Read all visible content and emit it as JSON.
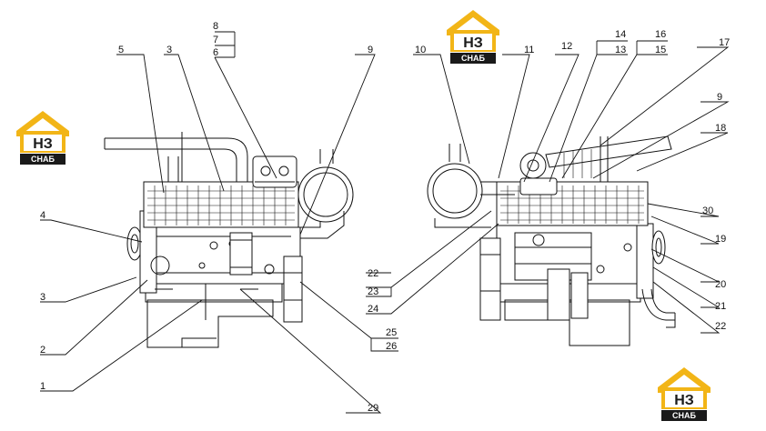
{
  "brand": {
    "logo_letters": "НЗ",
    "logo_word": "СНАБ",
    "colors": {
      "house": "#f2b517",
      "dark": "#1a1a1a",
      "letters": "#1a1a1a",
      "word_bg": "#1a1a1a",
      "word_fg": "#ffffff"
    }
  },
  "callouts": {
    "left": [
      "8",
      "7",
      "6",
      "5",
      "3",
      "9",
      "4",
      "3",
      "2",
      "1",
      "25",
      "26",
      "29"
    ],
    "right": [
      "10",
      "11",
      "12",
      "14",
      "13",
      "16",
      "15",
      "17",
      "9",
      "18",
      "30",
      "19",
      "20",
      "21",
      "22",
      "22",
      "23",
      "24"
    ]
  }
}
